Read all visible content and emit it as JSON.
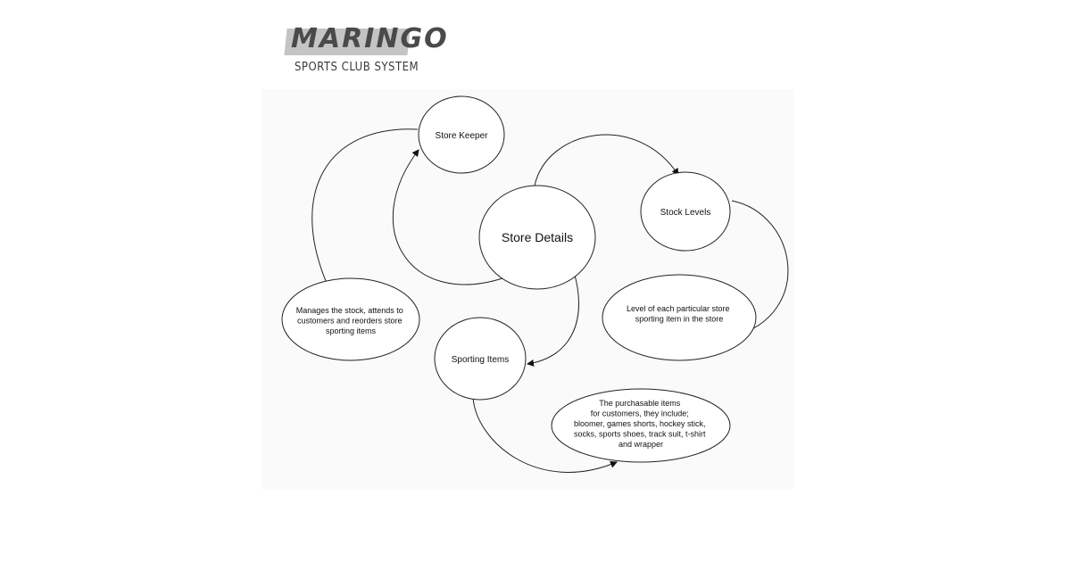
{
  "logo": {
    "word": "MARINGO",
    "subtitle": "SPORTS CLUB SYSTEM"
  },
  "diagram": {
    "nodes": {
      "center": [
        "Store Details"
      ],
      "store_keeper": [
        "Store Keeper"
      ],
      "stock_levels": [
        "Stock Levels"
      ],
      "sporting_items": [
        "Sporting Items"
      ],
      "keeper_desc": [
        "Manages the stock, attends to",
        "customers and reorders store",
        "sporting items"
      ],
      "levels_desc": [
        "Level of each particular store",
        "sporting item in the store"
      ],
      "items_desc": [
        "The purchasable items",
        "for customers, they include;",
        "bloomer, games shorts, hockey stick,",
        "socks, sports shoes, track suit, t-shirt",
        "and wrapper"
      ]
    }
  }
}
